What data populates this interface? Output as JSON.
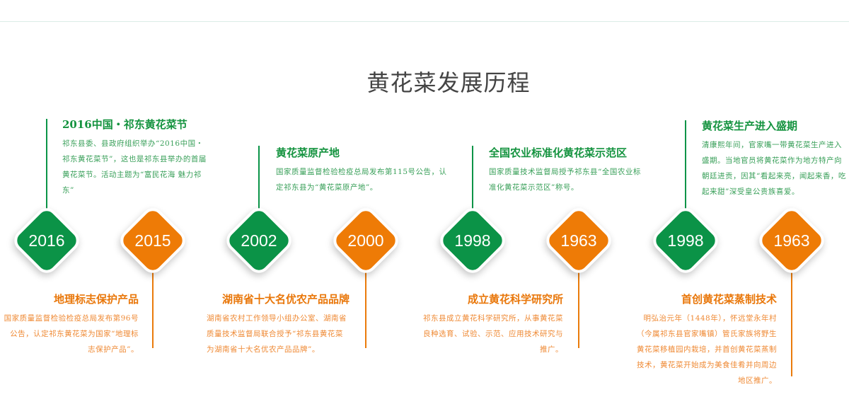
{
  "page": {
    "title": "黄花菜发展历程",
    "colors": {
      "green": "#0b9347",
      "orange": "#ee7b06",
      "title": "#444444"
    }
  },
  "timeline": {
    "nodes": [
      {
        "year": "2016",
        "color": "green"
      },
      {
        "year": "2015",
        "color": "orange"
      },
      {
        "year": "2002",
        "color": "green"
      },
      {
        "year": "2000",
        "color": "orange"
      },
      {
        "year": "1998",
        "color": "green"
      },
      {
        "year": "1963",
        "color": "orange"
      },
      {
        "year": "1998",
        "color": "green"
      },
      {
        "year": "1963",
        "color": "orange"
      }
    ],
    "top_events": [
      {
        "title": "2016中国・祁东黄花菜节",
        "desc": "祁东县委、县政府组织举办“2016中国・祁东黄花菜节”，这也是祁东县举办的首届黄花菜节。活动主题为“富民花海 魅力祁东”"
      },
      {
        "title": "黄花菜原产地",
        "desc": "国家质量监督检验检疫总局发布第115号公告，认定祁东县为“黄花菜原产地”。"
      },
      {
        "title": "全国农业标准化黄花菜示范区",
        "desc": "国家质量技术监督局授予祁东县“全国农业标准化黄花菜示范区”称号。"
      },
      {
        "title": "黄花菜生产进入盛期",
        "desc": "清康熙年间，官家嘴一带黄花菜生产进入盛期。当地官员将黄花菜作为地方特产向朝廷进贡，因其“看起来亮，闻起来香，吃起来甜”深受皇公贵族喜爱。"
      }
    ],
    "bottom_events": [
      {
        "title": "地理标志保护产品",
        "desc": "国家质量监督检验检疫总局发布第96号公告，认定祁东黄花菜为国家“地理标志保护产品”。"
      },
      {
        "title": "湖南省十大名优农产品品牌",
        "desc": "湖南省农村工作领导小组办公室、湖南省质量技术监督局联合授予“祁东县黄花菜为湖南省十大名优农产品品牌”。"
      },
      {
        "title": "成立黄花科学研究所",
        "desc": "祁东县成立黄花科学研究所，从事黄花菜良种选育、试验、示范、应用技术研究与推广。"
      },
      {
        "title": "首创黄花菜蒸制技术",
        "desc": "明弘治元年（1448年），怀远堂永年村（今属祁东县官家嘴镇）管氏家族将野生黄花菜移植园内栽培，并首创黄花菜蒸制技术，黄花菜开始成为美食佳肴并向周边地区推广。"
      }
    ]
  }
}
